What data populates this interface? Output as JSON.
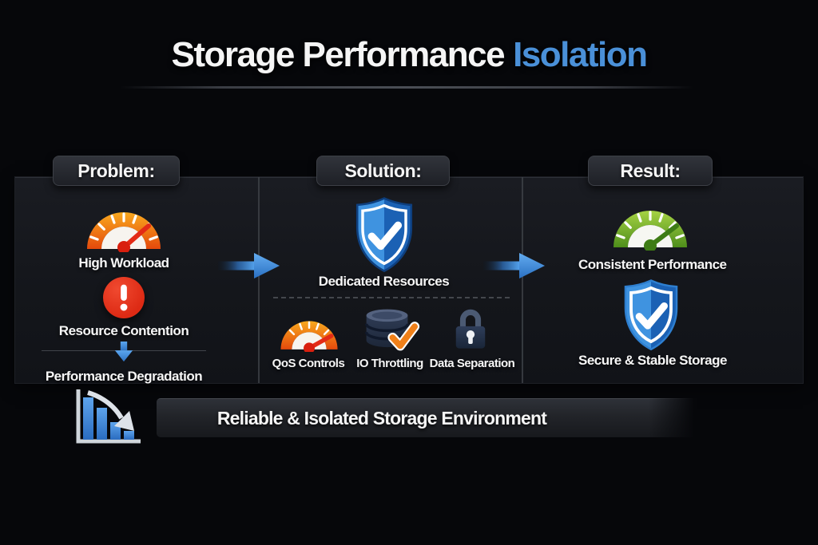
{
  "title": {
    "main": "Storage Performance",
    "accent": "Isolation"
  },
  "columns": {
    "problem": {
      "header": "Problem:",
      "items": [
        {
          "icon": "speedometer-icon",
          "label": "High Workload"
        },
        {
          "icon": "alert-exclamation-icon",
          "label": "Resource Contention"
        },
        {
          "icon": "down-arrow-icon",
          "label": "Performance Degradation"
        }
      ]
    },
    "solution": {
      "header": "Solution:",
      "main": {
        "icon": "shield-check-icon",
        "label": "Dedicated Resources"
      },
      "sub": [
        {
          "icon": "speedometer-icon",
          "label": "QoS Controls"
        },
        {
          "icon": "database-check-icon",
          "label": "IO Throttling"
        },
        {
          "icon": "lock-icon",
          "label": "Data Separation"
        }
      ]
    },
    "result": {
      "header": "Result:",
      "items": [
        {
          "icon": "speedometer-green-icon",
          "label": "Consistent Performance"
        },
        {
          "icon": "shield-check-icon",
          "label": "Secure & Stable Storage"
        }
      ]
    }
  },
  "banner": {
    "icon": "declining-bar-chart-icon",
    "label": "Reliable & Isolated Storage Environment"
  },
  "colors": {
    "accent_blue": "#4a90d8",
    "arrow_blue": "#4f9ce8",
    "gauge_orange_light": "#f9a91e",
    "gauge_orange_dark": "#e4490c",
    "needle_red": "#e32b16",
    "alert_red": "#dd2a14",
    "gauge_green_light": "#a6d344",
    "gauge_green_dark": "#4e8e1b",
    "shield_blue_light": "#3f93e0",
    "shield_blue_dark": "#1b61b4",
    "check_orange": "#f08019",
    "dark_navy": "#263349",
    "panel_bg": "#14161b",
    "pill_bg": "#26282e",
    "banner_bg": "#222429",
    "page_bg": "#06070a"
  }
}
